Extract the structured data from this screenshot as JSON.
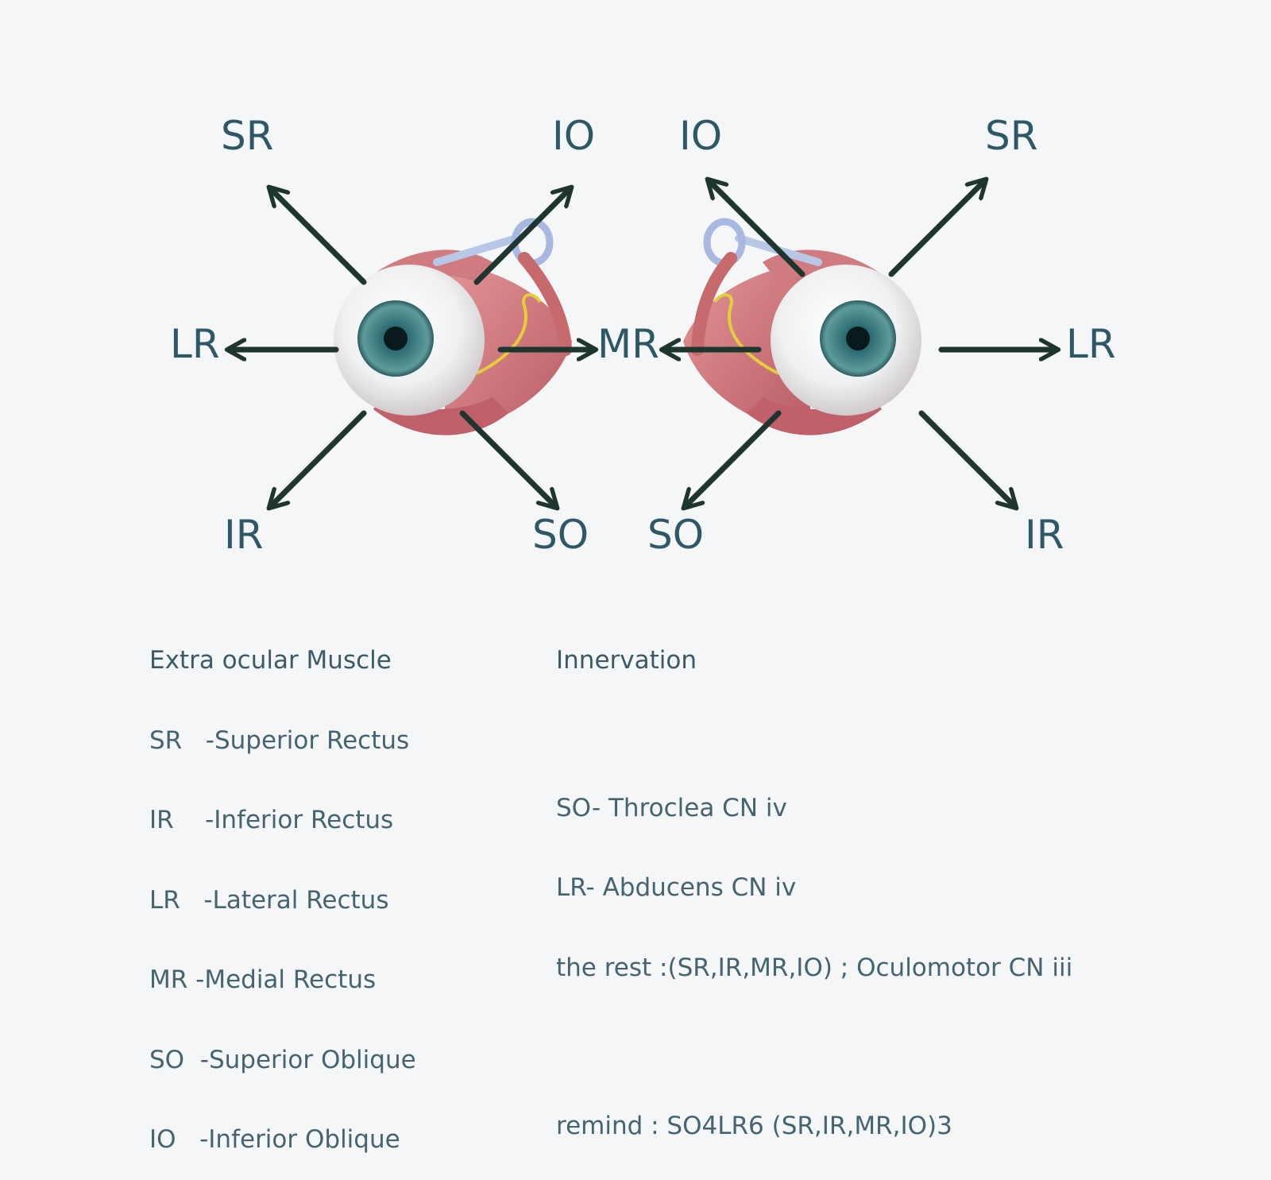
{
  "colors": {
    "arrow": "#1f3530",
    "label": "#2f5866",
    "text": "#46646f",
    "iris": "#3d7a7f",
    "sclera": "#eceff2",
    "muscle": "#c76a6e",
    "tendon": "#b9c7e6",
    "nerve": "#e4cd3b"
  },
  "left_eye": {
    "labels": {
      "sr": "SR",
      "io": "IO",
      "lr": "LR",
      "mr": "MR",
      "ir": "IR",
      "so": "SO"
    }
  },
  "right_eye": {
    "labels": {
      "io": "IO",
      "sr": "SR",
      "lr": "LR",
      "so": "SO",
      "ir": "IR"
    }
  },
  "muscle_legend": {
    "title": "Extra ocular Muscle",
    "items": [
      "SR   -Superior Rectus",
      "IR    -Inferior Rectus",
      "LR   -Lateral Rectus",
      "MR -Medial Rectus",
      "SO  -Superior Oblique",
      "IO   -Inferior Oblique"
    ]
  },
  "innervation": {
    "title": "Innervation",
    "lines": [
      "SO- Throclea CN iv",
      "LR- Abducens CN iv",
      "the rest :(SR,IR,MR,IO) ; Oculomotor CN iii"
    ],
    "reminder": "remind : SO4LR6 (SR,IR,MR,IO)3"
  }
}
